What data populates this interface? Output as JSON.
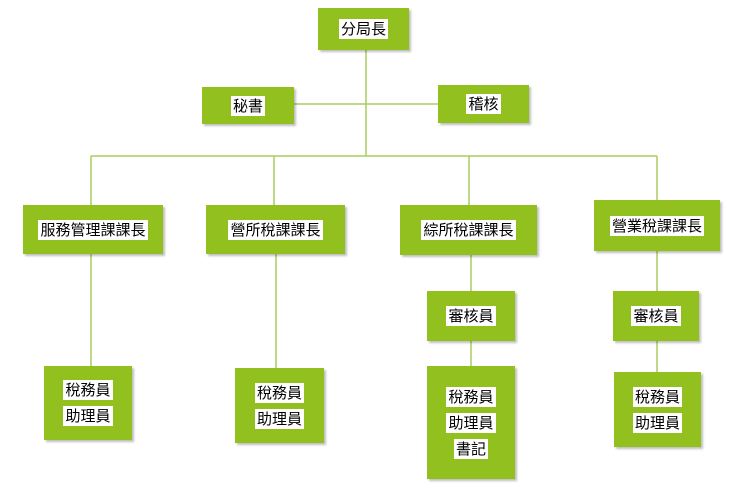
{
  "colors": {
    "box_fill": "#92c01f",
    "line": "#a8cd5f",
    "text_bg": "#ffffff"
  },
  "nodes": {
    "director": "分局長",
    "secretary": "秘書",
    "auditor": "稽核",
    "service_chief": "服務管理課課長",
    "business_tax_chief": "營所稅課課長",
    "income_tax_chief": "綜所稅課課長",
    "sales_tax_chief": "營業稅課課長",
    "income_reviewer": "審核員",
    "sales_reviewer": "審核員",
    "service_staff": [
      "稅務員",
      "助理員"
    ],
    "business_staff": [
      "稅務員",
      "助理員"
    ],
    "income_staff": [
      "稅務員",
      "助理員",
      "書記"
    ],
    "sales_staff": [
      "稅務員",
      "助理員"
    ]
  }
}
